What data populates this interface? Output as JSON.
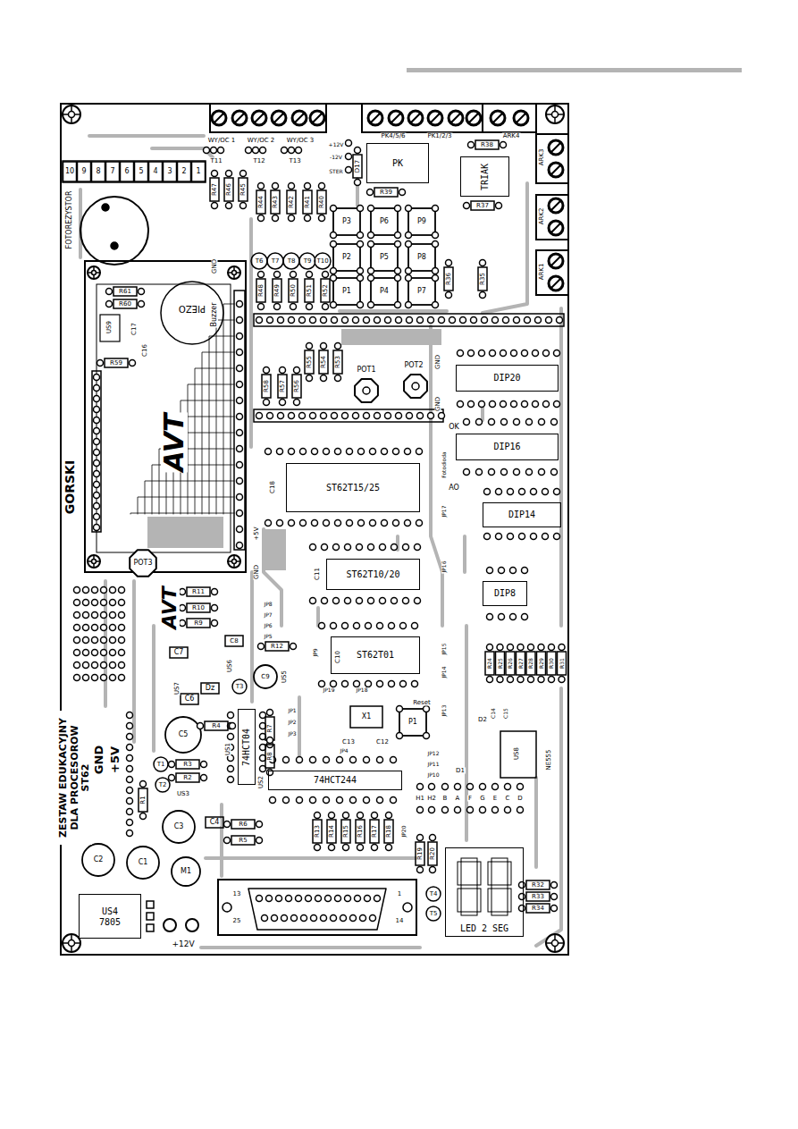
{
  "diagram": {
    "title": "ZESTAW EDUKACYJNY DLA PROCESOROW ST62",
    "nodes": [
      {
        "text": [
          "ST62T15/25"
        ]
      },
      {
        "text": [
          "ST62T10/20"
        ]
      },
      {
        "text": [
          "ST62T01"
        ]
      },
      {
        "text": [
          "74HCT244"
        ]
      },
      {
        "text": [
          "74HCT04"
        ]
      },
      {
        "text": [
          "DIP20"
        ]
      },
      {
        "text": [
          "DIP16"
        ]
      },
      {
        "text": [
          "DIP14"
        ]
      },
      {
        "text": [
          "DIP8"
        ]
      },
      {
        "text": [
          "US4",
          "7805"
        ]
      },
      {
        "text": [
          "LED 2 SEG"
        ]
      },
      {
        "text": [
          "PK"
        ]
      },
      {
        "text": [
          "TRIAK"
        ]
      }
    ],
    "labels": [
      "WY/OC 1",
      "WY/OC 2",
      "WY/OC 3",
      "T11",
      "T12",
      "T13",
      "PK4/5/6",
      "PK1/2/3",
      "ARK4",
      "R38",
      "D17",
      "+12V",
      "-12V",
      "STER",
      "R39",
      "R37",
      "ARK3",
      "ARK2",
      "ARK1",
      "P3",
      "P6",
      "P9",
      "P2",
      "P5",
      "P8",
      "P1",
      "P4",
      "P7",
      "R36",
      "R35",
      "R47",
      "R46",
      "R45",
      "R44",
      "R43",
      "R42",
      "R41",
      "R40",
      "FOTOREZYSTOR",
      "10",
      "9",
      "8",
      "7",
      "6",
      "5",
      "4",
      "3",
      "2",
      "1",
      "GND",
      "PIEZO",
      "Buzzer",
      "R61",
      "R60",
      "US9",
      "C17",
      "C16",
      "R59",
      "T6",
      "T7",
      "T8",
      "T9",
      "T10",
      "R48",
      "R49",
      "R50",
      "R51",
      "R52",
      "R58",
      "R57",
      "R56",
      "R55",
      "R54",
      "R53",
      "POT1",
      "POT2",
      "GND",
      "GND",
      "OK",
      "Fotodioda",
      "AO",
      "JP17",
      "JP16",
      "JP15",
      "JP14",
      "JP13",
      "JP12",
      "JP11",
      "JP10",
      "Reset",
      "P1",
      "X1",
      "C13",
      "C12",
      "JP18",
      "JP19",
      "JP1",
      "JP2",
      "JP3",
      "JP4",
      "JP8",
      "JP7",
      "JP6",
      "JP5",
      "JP9",
      "R12",
      "R11",
      "R10",
      "R9",
      "C7",
      "C8",
      "US6",
      "US7",
      "T3",
      "Dz",
      "C6",
      "C5",
      "C9",
      "US5",
      "R4",
      "R7",
      "R8",
      "R3",
      "R2",
      "R1",
      "T1",
      "T2",
      "US3",
      "C4",
      "C3",
      "C2",
      "C1",
      "M1",
      "R6",
      "R5",
      "US1",
      "US2",
      "R13",
      "R14",
      "R15",
      "R16",
      "R17",
      "R18",
      "JP20",
      "R19",
      "R20",
      "T4",
      "T5",
      "D1",
      "D2",
      "C14",
      "C15",
      "US8",
      "NE555",
      "R24",
      "R25",
      "R26",
      "R27",
      "R28",
      "R29",
      "R30",
      "R31",
      "R32",
      "R33",
      "R34",
      "H1",
      "H2",
      "B",
      "A",
      "F",
      "G",
      "E",
      "C",
      "D",
      "+5V",
      "GND",
      "+5V",
      "+12V",
      "POT3",
      "GORSKI",
      "AVT",
      "AVT",
      "C18",
      "C11",
      "C10",
      "13",
      "25",
      "1",
      "14",
      "GND"
    ]
  }
}
